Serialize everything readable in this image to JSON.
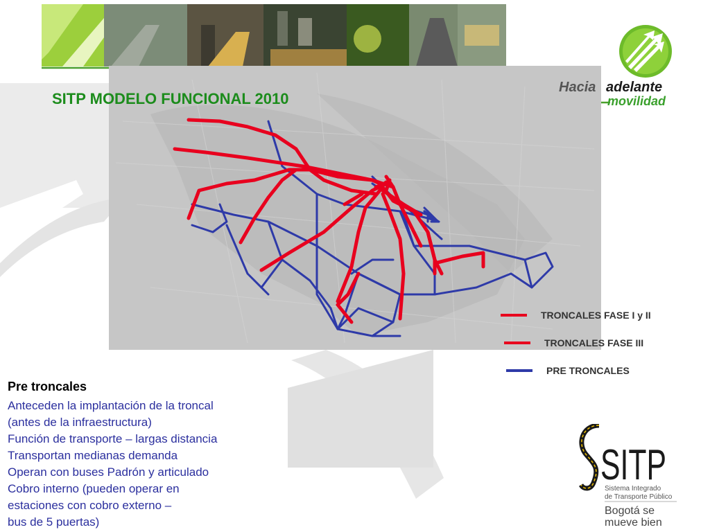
{
  "slide": {
    "title": "SITP MODELO FUNCIONAL 2010"
  },
  "legend": [
    {
      "label": "TRONCALES FASE I y II",
      "color": "#e8001e"
    },
    {
      "label": "TRONCALES FASE III",
      "color": "#e8001e"
    },
    {
      "label": "PRE TRONCALES",
      "color": "#2e3aa8"
    }
  ],
  "info": {
    "heading": "Pre troncales",
    "lines": [
      "Anteceden la implantación de la troncal",
      "(antes de la infraestructura)",
      "Función de transporte – largas distancia",
      "Transportan medianas demanda",
      "Operan con buses Padrón y articulado",
      "Cobro interno (pueden operar en",
      "estaciones con cobro externo –",
      "bus de 5 puertas)"
    ]
  },
  "brand": {
    "hacia": "Hacia",
    "adelante": "adelante",
    "movilidad": "movilidad",
    "sitp": "SITP",
    "sitp_sub1": "Sistema Integrado",
    "sitp_sub2": "de Transporte Público",
    "bogota1": "Bogotá se",
    "bogota2": "mueve bien"
  },
  "colors": {
    "green": "#1c8c1c",
    "troncal_red": "#e8001e",
    "pre_blue": "#2e3aa8",
    "text_blue": "#2b2f9e"
  }
}
